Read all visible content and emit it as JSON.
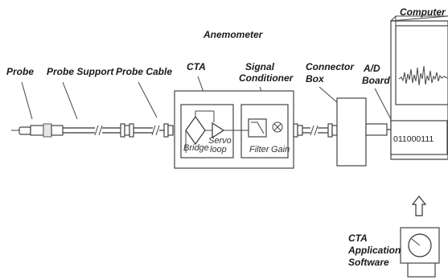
{
  "labels": {
    "probe": "Probe",
    "probe_support": "Probe Support",
    "probe_cable": "Probe Cable",
    "anemometer": "Anemometer",
    "cta": "CTA",
    "signal_conditioner_line1": "Signal",
    "signal_conditioner_line2": "Conditioner",
    "connector_box_line1": "Connector",
    "connector_box_line2": "Box",
    "ad_board_line1": "A/D",
    "ad_board_line2": "Board",
    "computer": "Computer",
    "bridge": "Bridge",
    "servo_line1": "Servo",
    "servo_line2": "loop",
    "filter": "Filter",
    "gain": "Gain",
    "binary_readout": "011000111",
    "cta_software_line1": "CTA",
    "cta_software_line2": "Application",
    "cta_software_line3": "Software"
  }
}
